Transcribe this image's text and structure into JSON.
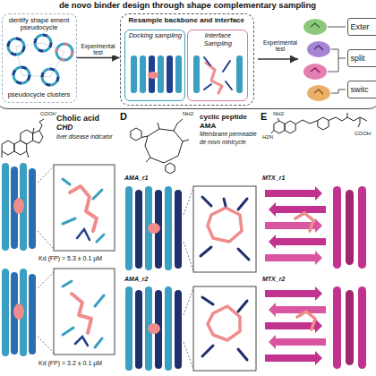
{
  "diagram": {
    "nodes": [
      {
        "text": [
          "de novo binder design through shape complementary sampling"
        ]
      },
      {
        "text": [
          "dentify shape ement pseudocycle",
          "pseudocycle clusters"
        ],
        "in": 0
      },
      {
        "text": [
          "Resample backbone and interface"
        ],
        "in": 0
      },
      {
        "text": [
          "Docking sampling"
        ],
        "in": 2
      },
      {
        "text": [
          "Interface Sampling"
        ],
        "in": 2
      },
      {
        "text": [
          "Exter"
        ],
        "in": 0
      },
      {
        "text": [
          "split"
        ],
        "in": 0
      },
      {
        "text": [
          "switc"
        ],
        "in": 0
      }
    ],
    "edges": [
      {
        "from": 1,
        "to": 2,
        "arrow": "to",
        "label": "Experimental test"
      }
    ],
    "labels": [
      "Experimental test",
      "COOH",
      "Cholic acid",
      "CHD",
      "liver disease indicator",
      "Kd (FP) = 5.3 ± 0.1 µM",
      "Kd (FP) = 3.2 ± 0.1 µM",
      "D",
      "NH2",
      "cyclic peptide",
      "AMA",
      "Membrane permeable",
      "de novo minicycle",
      "AMA_r1",
      "AMA_r2",
      "E",
      "NH2",
      "H2N",
      "COOH",
      "MTX_r1",
      "MTX_r2"
    ]
  }
}
